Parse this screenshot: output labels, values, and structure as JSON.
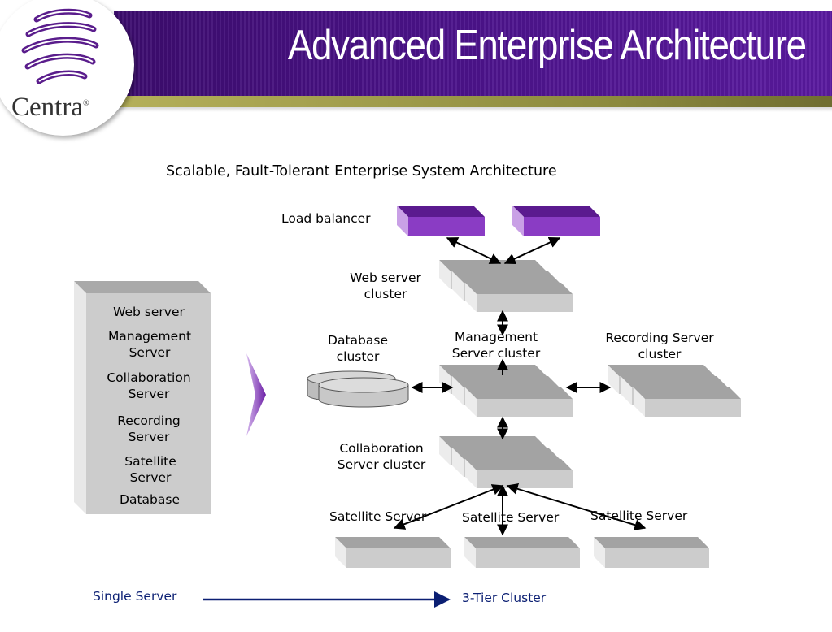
{
  "slide": {
    "title": "Advanced Enterprise Architecture"
  },
  "logo": {
    "text": "Centra",
    "registered": "®"
  },
  "diagram": {
    "title": "Scalable, Fault-Tolerant Enterprise System Architecture",
    "single_server_box": {
      "items": [
        "Web server",
        "Management Server",
        "Collaboration Server",
        "Recording Server",
        "Satellite Server",
        "Database"
      ]
    },
    "nodes": {
      "load_balancer": "Load balancer",
      "web_cluster": "Web server cluster",
      "database_cluster": "Database cluster",
      "management_cluster": "Management Server cluster",
      "recording_cluster": "Recording Server cluster",
      "collaboration_cluster": "Collaboration Server cluster",
      "satellite_1": "Satellite Server",
      "satellite_2": "Satellite Server",
      "satellite_3": "Satellite Server"
    },
    "bottom": {
      "left": "Single Server",
      "right": "3-Tier Cluster"
    }
  },
  "colors": {
    "banner_purple": "#4a1288",
    "banner_olive": "#8c8a3e",
    "load_balancer": "#7b1fb5",
    "server_gray": "#cccccc",
    "arrow_navy": "#0b1f73"
  }
}
